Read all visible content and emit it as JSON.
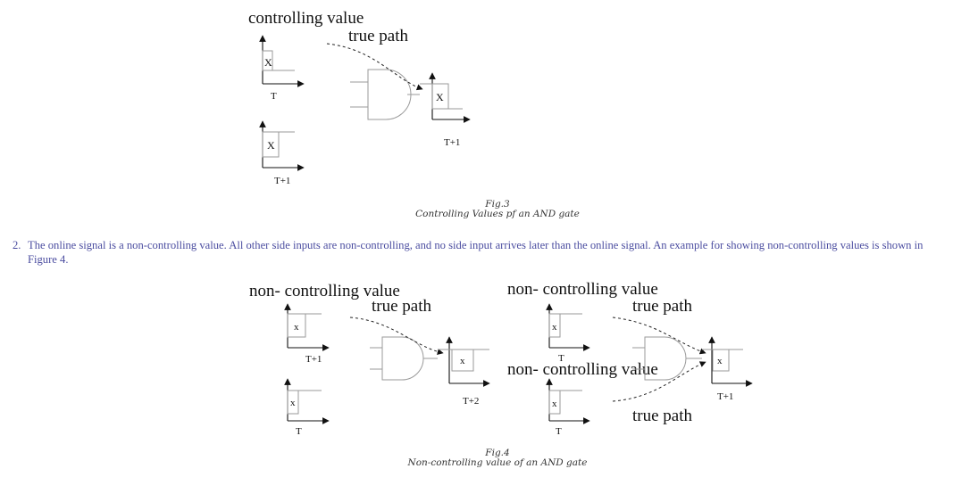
{
  "fig3": {
    "title": "controlling value",
    "true_path": "true path",
    "x1": "X",
    "t1": "T",
    "x2": "X",
    "t2": "T+1",
    "x_out": "X",
    "t_out": "T+1",
    "caption_num": "Fig.3",
    "caption_text": "Controlling Values pf an AND gate"
  },
  "paragraph": {
    "number": "2.",
    "text": "The online signal is a non-controlling value. All other side inputs are non-controlling, and no side input arrives later than the online signal. An example for showing non-controlling values is shown in Figure 4."
  },
  "fig4": {
    "left": {
      "title": "non-  controlling value",
      "true_path": "true path",
      "x1": "x",
      "t1": "T+1",
      "x2": "x",
      "t2": "T",
      "x_out": "x",
      "t_out": "T+2"
    },
    "right": {
      "title_top": "non-  controlling value",
      "title_mid": "non-  controlling value",
      "true_path_top": "true path",
      "true_path_bottom": "true path",
      "x1": "x",
      "t1": "T",
      "x2": "x",
      "t2": "T",
      "x_out": "x",
      "t_out": "T+1"
    },
    "caption_num": "Fig.4",
    "caption_text": "Non-controlling value of an AND gate"
  }
}
